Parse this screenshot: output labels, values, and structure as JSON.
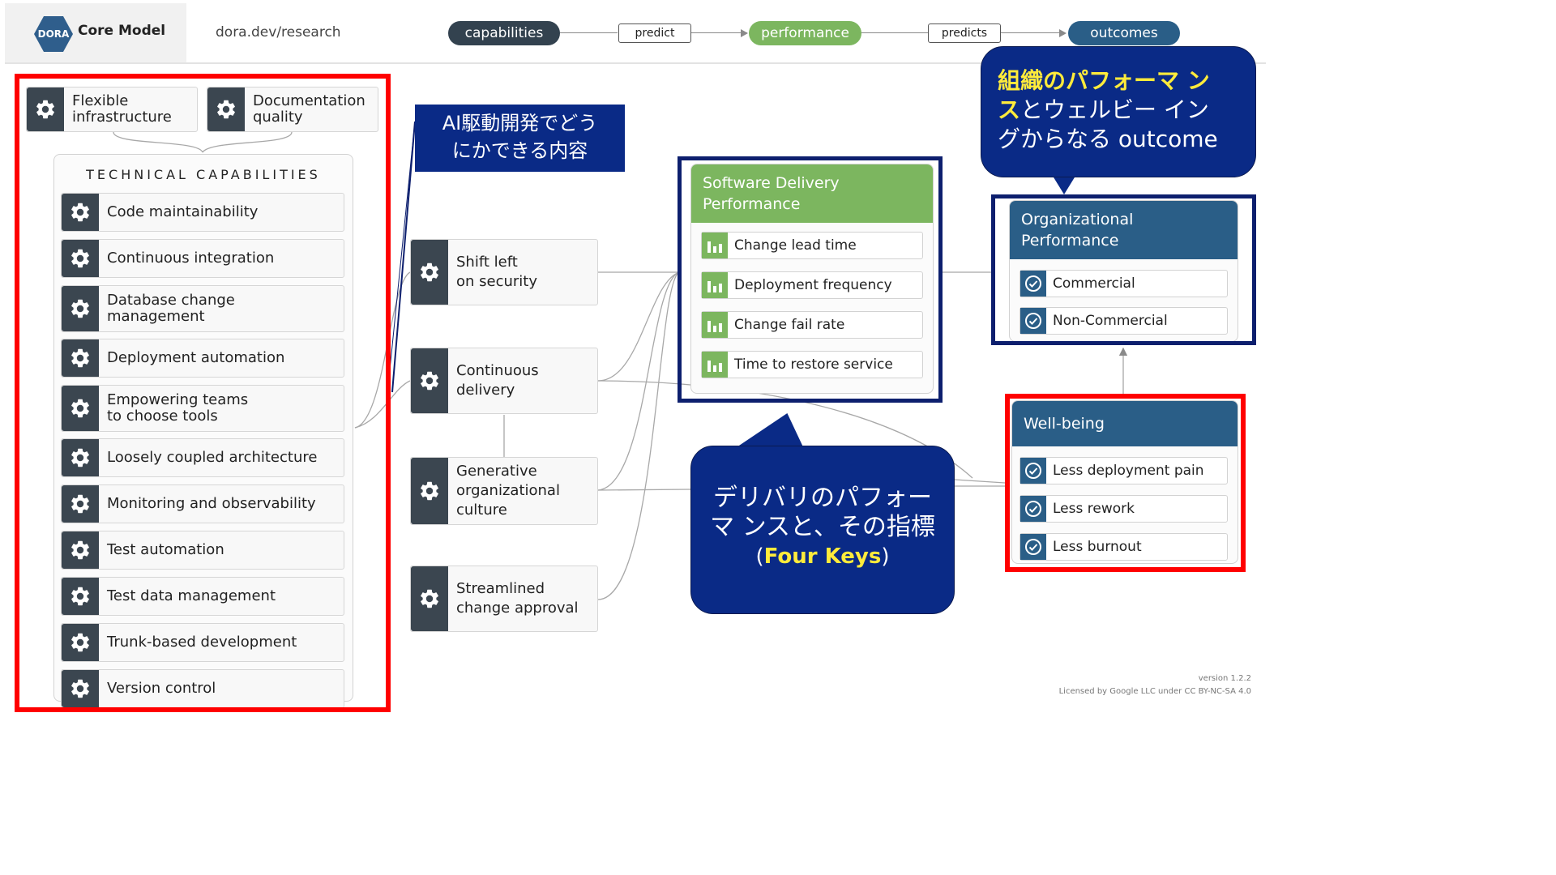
{
  "header": {
    "logo_mark": "DORA",
    "logo_text": "Core Model",
    "url": "dora.dev/research",
    "flow": {
      "capabilities": "capabilities",
      "predict": "predict",
      "performance": "performance",
      "predicts": "predicts",
      "outcomes": "outcomes"
    }
  },
  "top_capabilities": [
    {
      "line1": "Flexible",
      "line2": "infrastructure"
    },
    {
      "line1": "Documentation",
      "line2": "quality"
    }
  ],
  "technical": {
    "title": "TECHNICAL CAPABILITIES",
    "items": [
      {
        "line1": "Code maintainability",
        "line2": ""
      },
      {
        "line1": "Continuous integration",
        "line2": ""
      },
      {
        "line1": "Database change",
        "line2": "management"
      },
      {
        "line1": "Deployment automation",
        "line2": ""
      },
      {
        "line1": "Empowering teams",
        "line2": "to choose tools"
      },
      {
        "line1": "Loosely coupled architecture",
        "line2": ""
      },
      {
        "line1": "Monitoring and observability",
        "line2": ""
      },
      {
        "line1": "Test automation",
        "line2": ""
      },
      {
        "line1": "Test data management",
        "line2": ""
      },
      {
        "line1": "Trunk-based development",
        "line2": ""
      },
      {
        "line1": "Version control",
        "line2": ""
      }
    ]
  },
  "middle_capabilities": [
    {
      "line1": "Shift left",
      "line2": "on security",
      "line3": ""
    },
    {
      "line1": "Continuous",
      "line2": "delivery",
      "line3": ""
    },
    {
      "line1": "Generative",
      "line2": "organizational",
      "line3": "culture"
    },
    {
      "line1": "Streamlined",
      "line2": "change approval",
      "line3": ""
    }
  ],
  "software_delivery": {
    "title_line1": "Software Delivery",
    "title_line2": "Performance",
    "metrics": [
      "Change lead time",
      "Deployment frequency",
      "Change fail rate",
      "Time to restore service"
    ]
  },
  "org_performance": {
    "title_line1": "Organizational",
    "title_line2": "Performance",
    "items": [
      "Commercial",
      "Non-Commercial"
    ]
  },
  "wellbeing": {
    "title": "Well-being",
    "items": [
      "Less deployment pain",
      "Less rework",
      "Less burnout"
    ]
  },
  "annotations": {
    "ai_line1": "AI駆動開発でどう",
    "ai_line2": "にかできる内容",
    "org_hl1": "組織のパフォーマ ン",
    "org_hl2": "ス",
    "org_rest2": "とウェルビー イン",
    "org_line3": "グからなる outcome",
    "delivery_line1": "デリバリのパフォー",
    "delivery_line2": "マ ンスと、その指標",
    "delivery_paren_open": "(",
    "delivery_keys": "Four Keys",
    "delivery_paren_close": ")"
  },
  "footer": {
    "version": "version 1.2.2",
    "license": "Licensed by Google LLC under CC BY-NC-SA 4.0"
  },
  "colors": {
    "gear_bg": "#3b4650",
    "green": "#7cb65f",
    "blue_head": "#2a5e87",
    "annotation_red": "#ff0000",
    "annotation_navy": "#0d1f6e",
    "callout_blue": "#0a2a86",
    "highlight_yellow": "#ffeb3b"
  },
  "icons": {
    "capability": "gear-icon",
    "metric": "bar-chart-icon",
    "outcome": "check-circle-icon"
  }
}
